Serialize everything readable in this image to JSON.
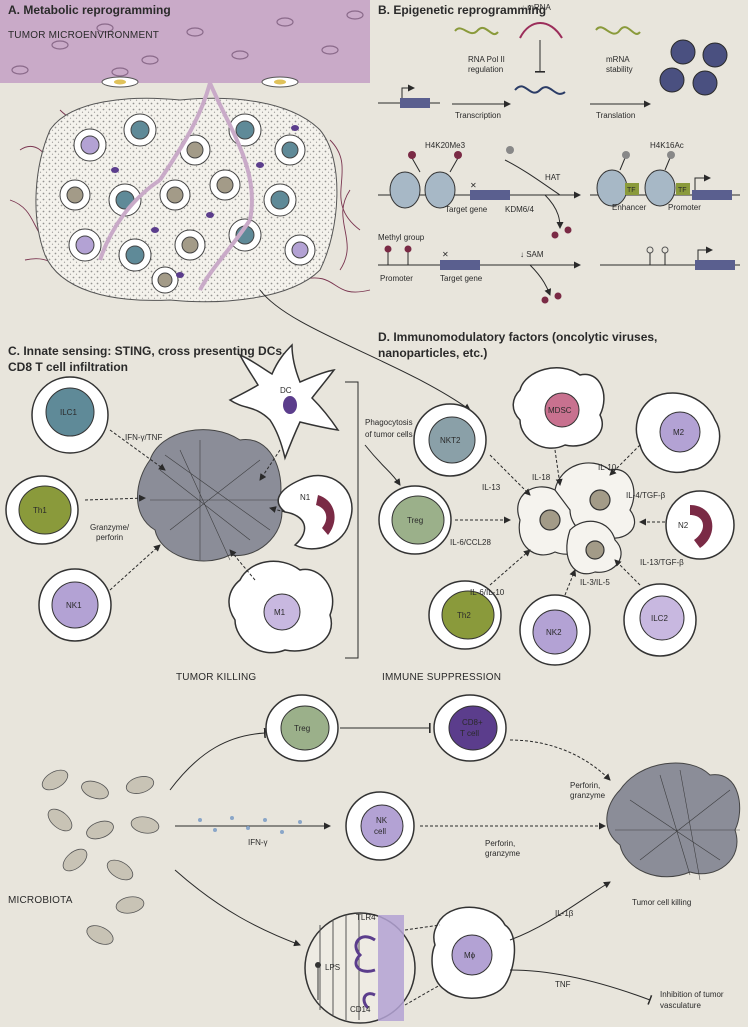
{
  "panels": {
    "a": {
      "title": "A. Metabolic reprogramming",
      "subtitle": "TUMOR MICROENVIRONMENT"
    },
    "b": {
      "title": "B. Epigenetic reprogramming"
    },
    "c": {
      "title_line1": "C. Innate sensing: STING, cross presenting DCs,",
      "title_line2": "CD8 T cell infiltration",
      "caption": "TUMOR KILLING"
    },
    "d": {
      "title_line1": "D. Immunomodulatory factors (oncolytic viruses,",
      "title_line2": "nanoparticles, etc.)",
      "caption": "IMMUNE SUPPRESSION"
    },
    "microbiota": {
      "caption": "MICROBIOTA"
    }
  },
  "epigenetic": {
    "mrna": "↓ mRNA",
    "rna_pol_line1": "RNA Pol II",
    "rna_pol_line2": "regulation",
    "mrna_stab_line1": "mRNA",
    "mrna_stab_line2": "stability",
    "transcription": "Transcription",
    "translation": "Translation",
    "h4k20": "H4K20Me3",
    "h4k16": "H4K16Ac",
    "hat": "HAT",
    "kdm": "KDM6/4",
    "target_gene_1": "Target gene",
    "target_gene_2": "Target gene",
    "enhancer": "Enhancer",
    "promoter_1": "Promoter",
    "promoter_2": "Promoter",
    "tf_1": "TF",
    "tf_2": "TF",
    "methyl_group": "Methyl group",
    "sam": "↓ SAM"
  },
  "innate": {
    "ilc1": "ILC1",
    "dc": "DC",
    "th1": "Th1",
    "n1": "N1",
    "nk1": "NK1",
    "m1": "M1",
    "ifn_tnf": "IFN-γ/TNF",
    "granzyme_1": "Granzyme/",
    "granzyme_2": "perforin",
    "phago_1": "Phagocytosis",
    "phago_2": "of tumor cells"
  },
  "suppression": {
    "nkt2": "NKT2",
    "mdsc": "MDSC",
    "m2": "M2",
    "treg": "Treg",
    "n2": "N2",
    "th2": "Th2",
    "nk2": "NK2",
    "ilc2": "ILC2",
    "il18": "IL-18",
    "il10": "IL-10",
    "il13": "IL-13",
    "il4_tgfb": "IL-4/TGF-β",
    "il6_ccl28": "IL-6/CCL28",
    "il13_tgfb": "IL-13/TGF-β",
    "il6_il10": "IL-6/IL-10",
    "il3_il5": "IL-3/IL-5"
  },
  "micro": {
    "treg": "Treg",
    "cd8_1": "CD8+",
    "cd8_2": "T cell",
    "nk_1": "NK",
    "nk_2": "cell",
    "ifng": "IFN-γ",
    "perf_1_a": "Perforin,",
    "perf_1_b": "granzyme",
    "perf_2_a": "Perforin,",
    "perf_2_b": "granzyme",
    "tlr4": "TLR4",
    "lps": "LPS",
    "cd14": "CD14",
    "mphi": "Mϕ",
    "il1b": "IL-1β",
    "tnf": "TNF",
    "tumor_killing": "Tumor cell killing",
    "inhib_1": "Inhibition of tumor",
    "inhib_2": "vasculature"
  },
  "colors": {
    "background": "#e8e5dc",
    "vessel": "#c9aac8",
    "lilac": "#b3a2d4",
    "teal": "#5f8a98",
    "olive": "#8a9a3b",
    "sage": "#9bb08a",
    "magenta": "#9b2d5a",
    "purple_dark": "#5b3d8c",
    "tumor_gray": "#8b8d98",
    "epi_bar": "#5a5f8f"
  }
}
